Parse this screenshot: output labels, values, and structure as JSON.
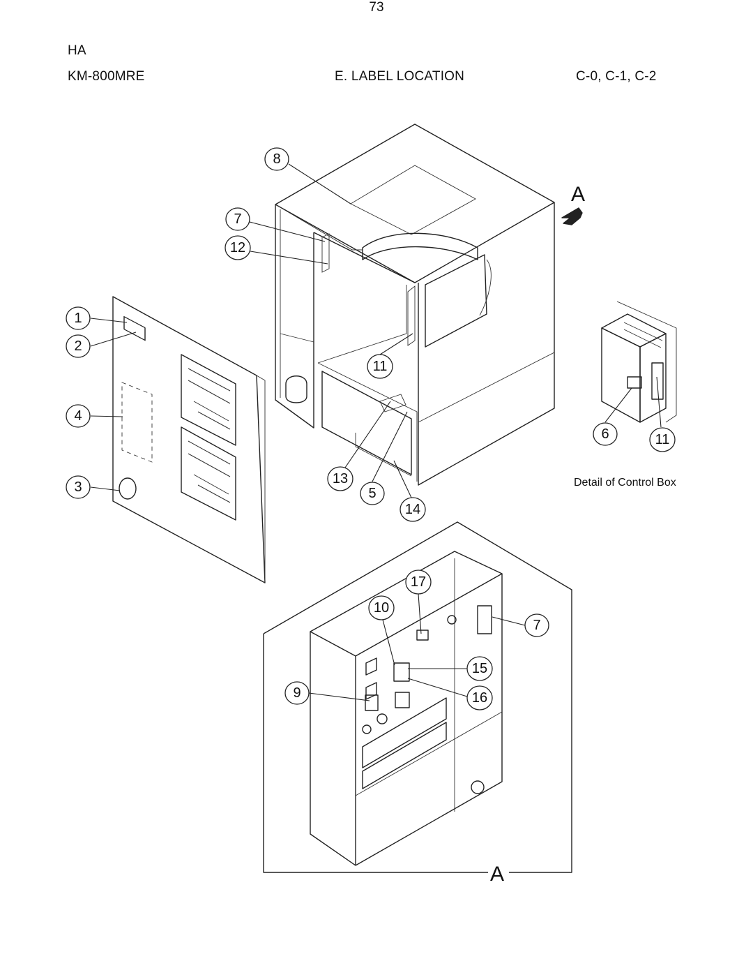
{
  "header": {
    "brand": "HA",
    "model": "KM-800MRE",
    "section": "E. LABEL LOCATION",
    "codes": "C-0, C-1, C-2"
  },
  "callouts": [
    "1",
    "2",
    "3",
    "4",
    "5",
    "6",
    "7",
    "8",
    "9",
    "10",
    "11",
    "12",
    "13",
    "14",
    "15",
    "16",
    "17"
  ],
  "view_marker": "A",
  "detail_caption": "Detail of Control Box",
  "page_number": "73"
}
